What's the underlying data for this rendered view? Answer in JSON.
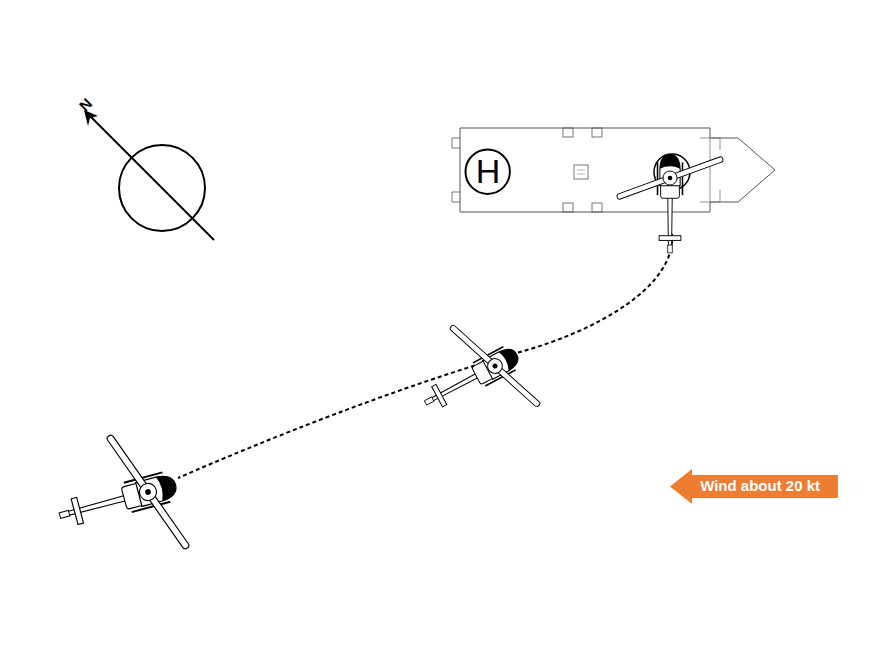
{
  "diagram": {
    "nodes": [
      {
        "text": [
          "H"
        ]
      },
      {
        "text": [
          "Wind about 20 kt"
        ]
      }
    ],
    "labels": [
      "N"
    ]
  }
}
